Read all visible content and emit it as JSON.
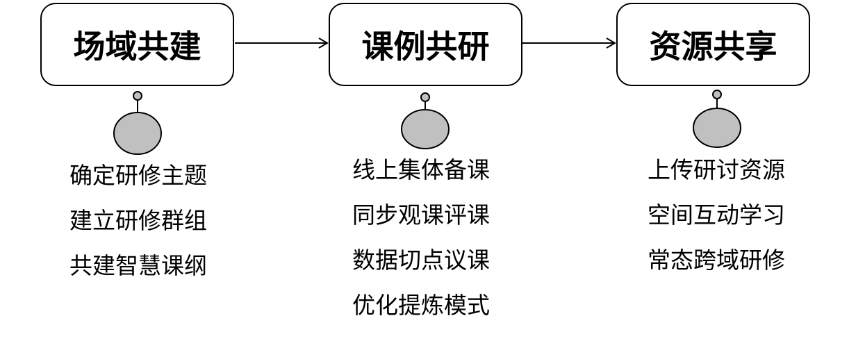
{
  "stages": [
    {
      "title": "场域共建",
      "items": [
        "确定研修主题",
        "建立研修群组",
        "共建智慧课纲"
      ]
    },
    {
      "title": "课例共研",
      "items": [
        "线上集体备课",
        "同步观课评课",
        "数据切点议课",
        "优化提炼模式"
      ]
    },
    {
      "title": "资源共享",
      "items": [
        "上传研讨资源",
        "空间互动学习",
        "常态跨域研修"
      ]
    }
  ],
  "colors": {
    "node_fill": "#c0c0c0",
    "stroke": "#000000"
  }
}
